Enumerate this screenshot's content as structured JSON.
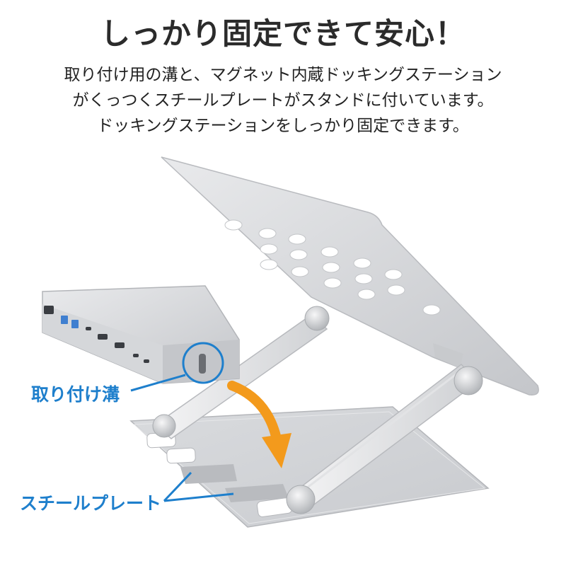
{
  "headline": "しっかり固定できて安心！",
  "description": [
    "取り付け用の溝と、マグネット内蔵ドッキングステーション",
    "がくっつくスチールプレートがスタンドに付いています。",
    "ドッキングステーションをしっかり固定できます。"
  ],
  "callouts": {
    "groove": "取り付け溝",
    "steel_plate": "スチールプレート"
  },
  "colors": {
    "headline": "#2b2b2b",
    "callout_text": "#1e7fcc",
    "arrow": "#f39a1c",
    "aluminum": "#d6d8db",
    "steel_plate": "#bcbec2"
  }
}
